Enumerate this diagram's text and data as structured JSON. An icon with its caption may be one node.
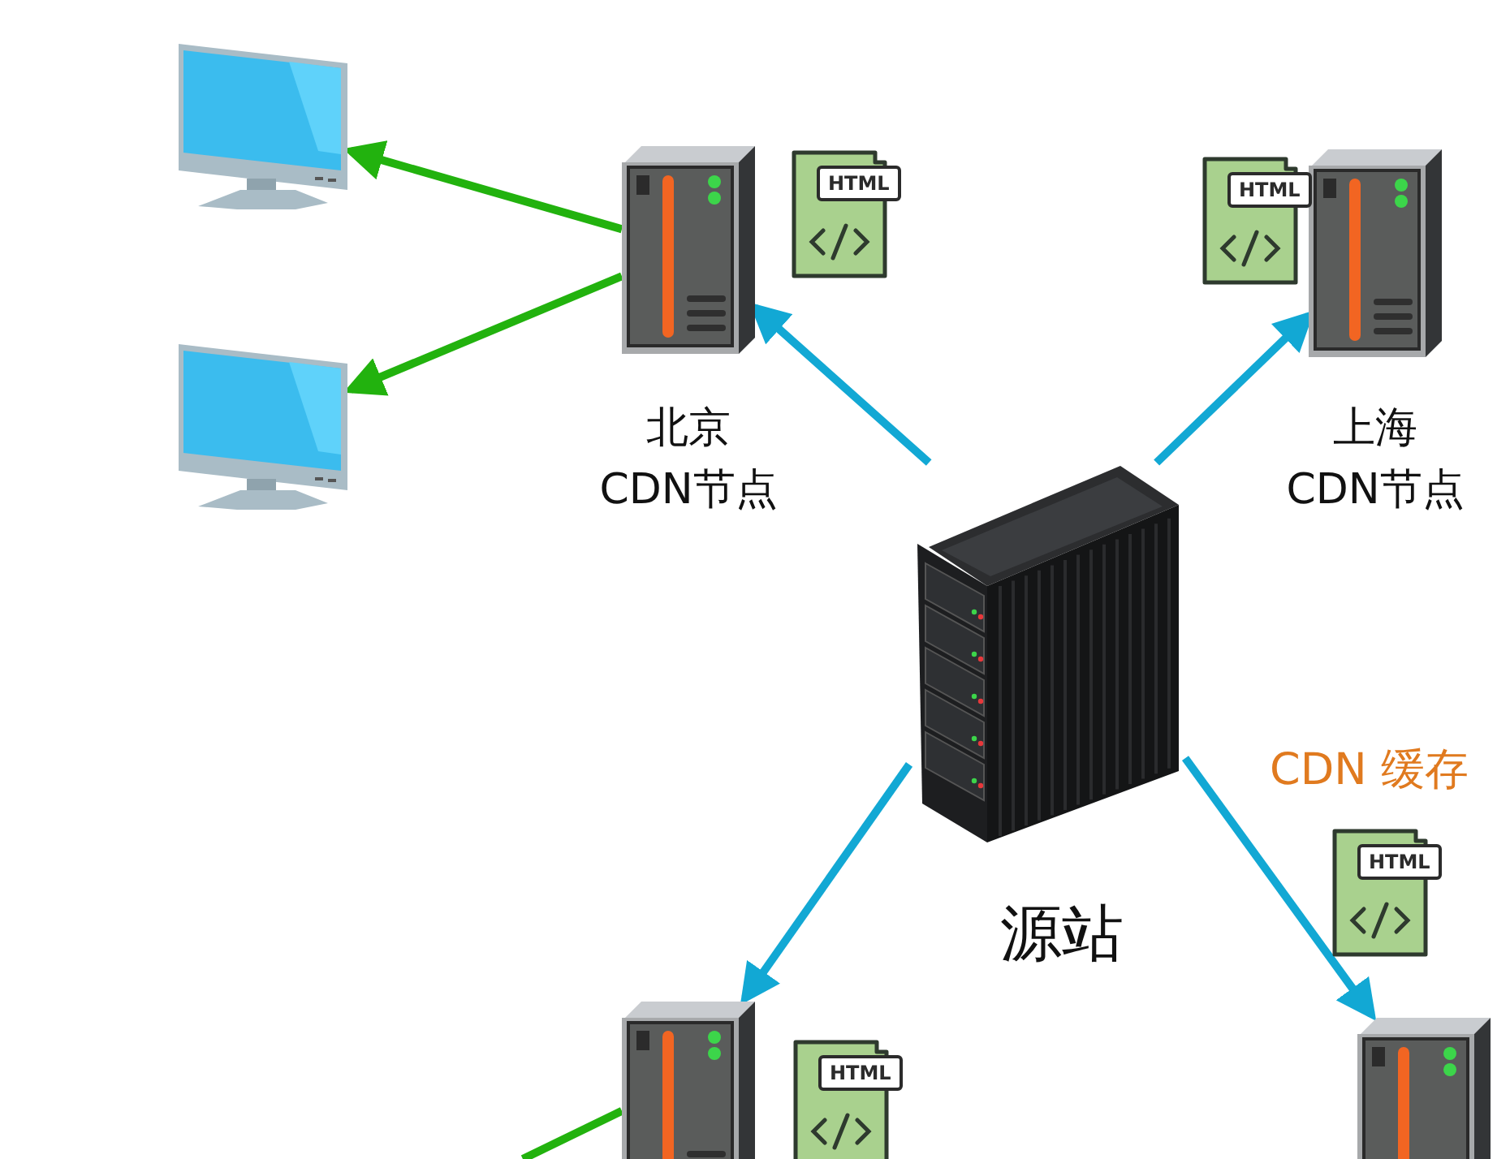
{
  "diagram": {
    "nodes": [
      {
        "text": [],
        "shape": "picture"
      },
      {
        "text": [],
        "shape": "picture"
      },
      {
        "text": [
          "北京 CDN节点"
        ]
      },
      {
        "text": [
          "上海 CDN节点"
        ]
      },
      {
        "text": [
          "源站"
        ]
      },
      {
        "text": [],
        "shape": "picture"
      },
      {
        "text": [],
        "shape": "picture"
      }
    ],
    "edges": [
      {
        "from": 2,
        "to": 0,
        "arrow": "to",
        "color": "#22b20e"
      },
      {
        "from": 2,
        "to": 1,
        "arrow": "to",
        "color": "#22b20e"
      },
      {
        "from": 4,
        "to": 2,
        "arrow": "to"
      },
      {
        "from": 4,
        "to": 3,
        "arrow": "to"
      },
      {
        "from": 4,
        "to": 5,
        "arrow": "to"
      },
      {
        "from": 4,
        "to": 6,
        "arrow": "to"
      },
      {
        "from": 5,
        "to": null,
        "arrow": "none",
        "color": "#22b20e"
      }
    ],
    "labels": [
      "HTML",
      "HTML",
      "CDN 缓存",
      "HTML",
      "HTML"
    ]
  }
}
